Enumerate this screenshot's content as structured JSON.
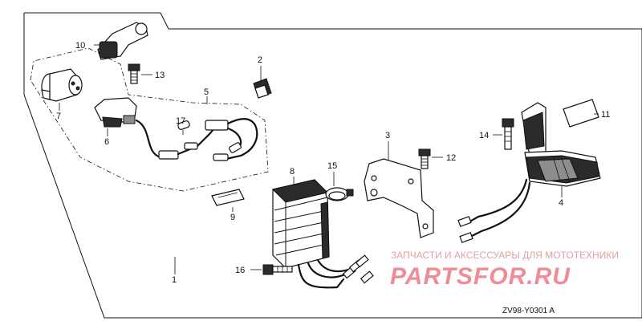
{
  "callouts": [
    {
      "id": "10",
      "text": "10"
    },
    {
      "id": "13",
      "text": "13"
    },
    {
      "id": "2",
      "text": "2"
    },
    {
      "id": "5",
      "text": "5"
    },
    {
      "id": "7",
      "text": "7"
    },
    {
      "id": "6",
      "text": "6"
    },
    {
      "id": "17",
      "text": "17"
    },
    {
      "id": "3",
      "text": "3"
    },
    {
      "id": "12",
      "text": "12"
    },
    {
      "id": "8",
      "text": "8"
    },
    {
      "id": "15",
      "text": "15"
    },
    {
      "id": "9",
      "text": "9"
    },
    {
      "id": "14",
      "text": "14"
    },
    {
      "id": "11",
      "text": "11"
    },
    {
      "id": "4",
      "text": "4"
    },
    {
      "id": "16",
      "text": "16"
    },
    {
      "id": "1",
      "text": "1"
    }
  ],
  "diagram_code": "ZV98-Y0301 A",
  "watermark": {
    "tagline": "ЗАПЧАСТИ И АКСЕССУАРЫ ДЛЯ МОТОТЕХНИКИ",
    "logo": "PARTSFOR.RU",
    "color": "#ef8c95"
  },
  "colors": {
    "ink": "#111111",
    "background": "#ffffff"
  }
}
